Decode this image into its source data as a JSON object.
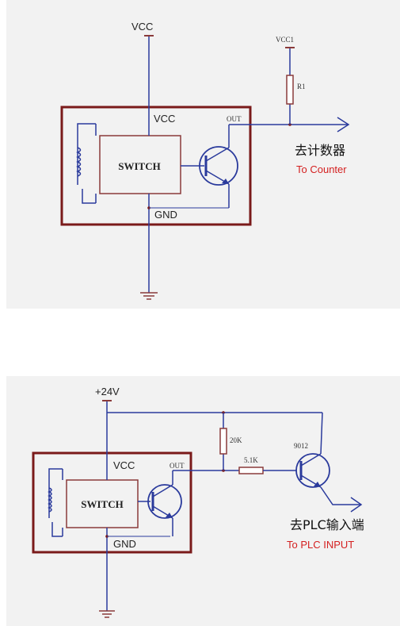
{
  "diagram1": {
    "vcc_top": "VCC",
    "vcc1": "VCC1",
    "resistor": "R1",
    "vcc_inner": "VCC",
    "out": "OUT",
    "switch": "SWITCH",
    "gnd": "GND",
    "output_cn": "去计数器",
    "output_en": "To Counter"
  },
  "diagram2": {
    "supply": "+24V",
    "resistor_20k": "20K",
    "resistor_5k1": "5.1K",
    "transistor": "9012",
    "vcc_inner": "VCC",
    "out": "OUT",
    "switch": "SWITCH",
    "gnd": "GND",
    "output_cn": "去PLC输入端",
    "output_en": "To PLC INPUT"
  },
  "colors": {
    "wire": "#2a3a9c",
    "box": "#7a1a1a",
    "component": "#8a3a3a",
    "accent_text": "#d42020"
  }
}
